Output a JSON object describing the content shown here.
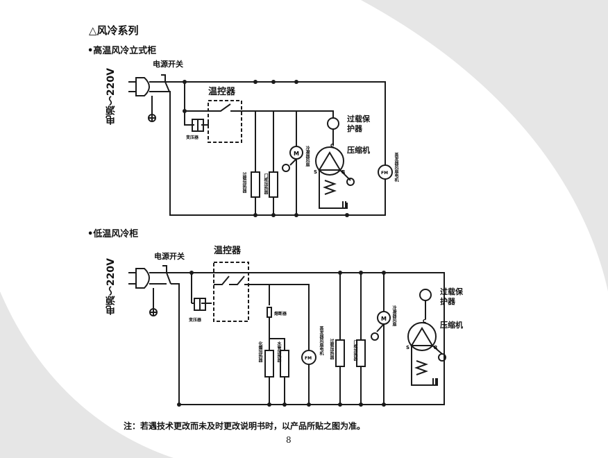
{
  "header": {
    "title": "△风冷系列"
  },
  "diagram_high": {
    "title": "•高温风冷立式柜",
    "power_label": "电源～220V",
    "switch_label": "电源开关",
    "thermostat_label": "温控器",
    "transformer_label": "变压器",
    "overload_label_1": "过载保",
    "overload_label_2": "护器",
    "compressor_label": "压缩机",
    "condenser_fan_label": "冷凝器风扇",
    "evap_fan_label": "蒸发器风扇电机",
    "defrost_heater_label": "过载加热器",
    "door_heater_label": "门框加热器",
    "motor_letter": "M",
    "fan_letter": "FM",
    "c_letter": "C",
    "s_letter": "S",
    "r_letter": "R"
  },
  "diagram_low": {
    "title": "•低温风冷柜",
    "power_label": "电源～220V",
    "switch_label": "电源开关",
    "thermostat_label": "温控器",
    "transformer_label": "变压器",
    "fuse_label": "熔断器",
    "overload_label_1": "过载保",
    "overload_label_2": "护器",
    "compressor_label": "压缩机",
    "heater_a_label": "化霜加热器",
    "heater_b_label": "水管加热器",
    "evap_fan_label": "蒸发器风扇电机",
    "defrost_heater_label": "过载加热器",
    "door_heater_label": "门框加热器",
    "condenser_fan_label": "冷凝器风扇",
    "motor_letter": "M",
    "fan_letter": "FM",
    "c_letter": "C",
    "s_letter": "S",
    "r_letter": "R"
  },
  "footer": {
    "note": "注：若遇技术更改而未及时更改说明书时，以产品所贴之图为准。",
    "page_number": "8"
  },
  "colors": {
    "line": "#1a1a1a",
    "background_shape": "#e6e6e6"
  }
}
